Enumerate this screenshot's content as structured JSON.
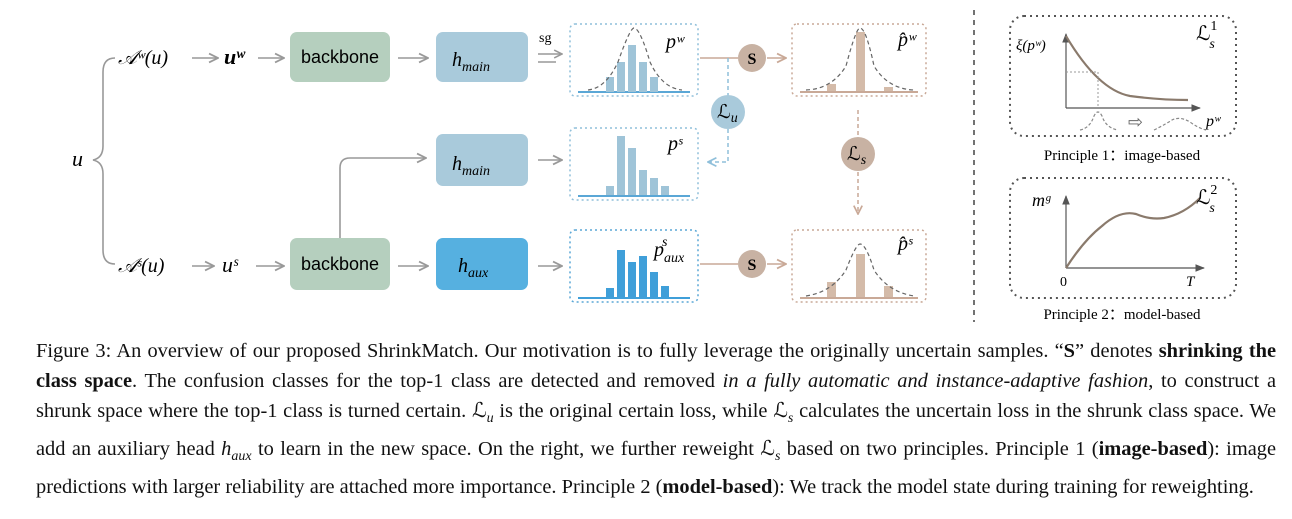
{
  "figure": {
    "input": "u",
    "weak_aug": "𝒜ʷ(u)",
    "weak_out": "uʷ",
    "strong_aug": "𝒜ˢ(u)",
    "strong_out": "uˢ",
    "backbone_label": "backbone",
    "head_main": "h",
    "head_main_sub": "main",
    "head_aux": "h",
    "head_aux_sub": "aux",
    "sg_label": "sg",
    "shrink_label": "S",
    "loss_u": "ℒ",
    "loss_u_sub": "u",
    "loss_s": "ℒ",
    "loss_s_sub": "s",
    "dist_pw": "pʷ",
    "dist_ps": "pˢ",
    "dist_paux": "p",
    "dist_paux_sup": "s",
    "dist_paux_sub": "aux",
    "dist_phatw": "p̂ʷ",
    "dist_phats": "p̂ˢ",
    "colors": {
      "backbone": "#b5cfbe",
      "head_main": "#a9cadb",
      "head_aux": "#56b0e0",
      "blue_bar": "#9fc4d8",
      "strong_bar": "#3f9fd9",
      "brown": "#c4aa98",
      "brown_circle": "#c8b2a3"
    }
  },
  "principles": {
    "p1": {
      "ylabel": "ξ(pʷ)",
      "xlabel": "pʷ",
      "loss": "ℒ",
      "loss_sup": "1",
      "loss_sub": "s",
      "caption": "Principle 1：image-based"
    },
    "p2": {
      "ylabel": "mᵍ",
      "xlabel": "T",
      "origin": "0",
      "loss": "ℒ",
      "loss_sup": "2",
      "loss_sub": "s",
      "caption": "Principle 2：model-based"
    }
  },
  "caption": {
    "lead": "Figure 3: An overview of our proposed ShrinkMatch. Our motivation is to fully leverage the originally uncertain samples. “",
    "s_bold": "S",
    "s_close": "” denotes ",
    "bold1": "shrinking the class space",
    "t2": ". The confusion classes for the top-1 class are detected and removed ",
    "ital1": "in a fully automatic and instance-adaptive fashion",
    "t3": ", to construct a shrunk space where the top-1 class is turned certain. ",
    "lu": "ℒ",
    "lu_sub": "u",
    "t4": " is the original certain loss, while ",
    "ls": "ℒ",
    "ls_sub": "s",
    "t5": " calculates the uncertain loss in the shrunk class space. We add an auxiliary head ",
    "haux": "h",
    "haux_sub": "aux",
    "t6": " to learn in the new space. On the right, we further reweight ",
    "ls2": "ℒ",
    "ls2_sub": "s",
    "t7": " based on two principles. Principle 1 (",
    "bold2": "image-based",
    "t8": "): image predictions with larger reliability are attached more importance. Principle 2 (",
    "bold3": "model-based",
    "t9": "): We track the model state during training for reweighting."
  }
}
